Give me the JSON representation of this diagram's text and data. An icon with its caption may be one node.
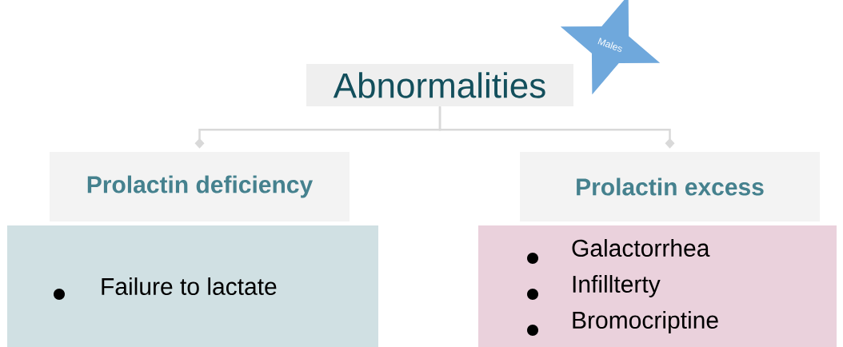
{
  "diagram": {
    "nodes": [
      {
        "text": [
          "Abnormalities"
        ]
      },
      {
        "text": [
          "Males"
        ]
      },
      {
        "text": [
          "Prolactin deficiency"
        ]
      },
      {
        "text": [
          "Prolactin excess"
        ]
      },
      {
        "text": [
          "Failure to lactate"
        ]
      },
      {
        "text": [
          "Galactorrhea",
          "Infillterty",
          "Bromocriptine"
        ]
      }
    ],
    "edges": [
      {
        "from": 0,
        "to": 2,
        "arrow": "other"
      },
      {
        "from": 0,
        "to": 3,
        "arrow": "other"
      }
    ]
  }
}
